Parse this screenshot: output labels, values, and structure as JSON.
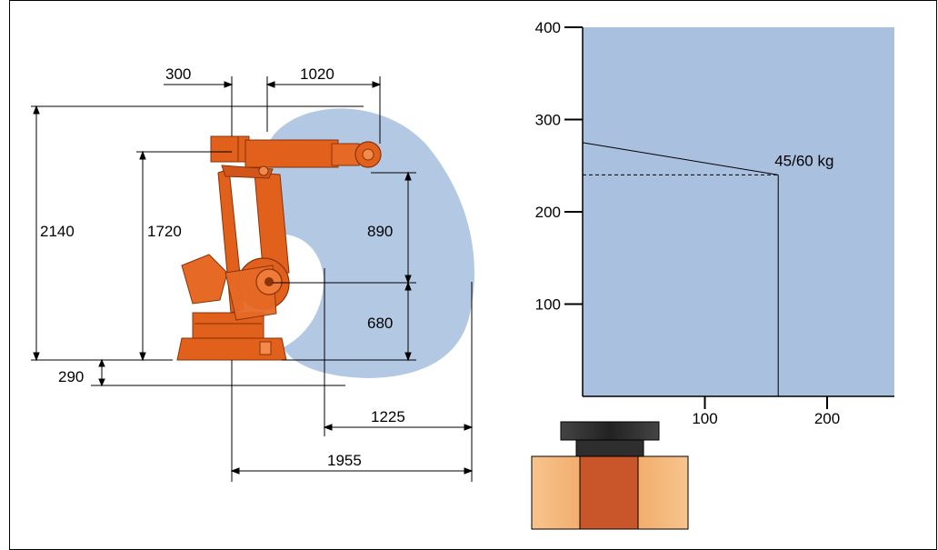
{
  "robot_diagram": {
    "dimensions": {
      "offset_300": "300",
      "arm_1020": "1020",
      "height_2140": "2140",
      "height_1720": "1720",
      "height_890": "890",
      "height_680": "680",
      "base_290": "290",
      "reach_1225": "1225",
      "reach_1955": "1955"
    },
    "colors": {
      "robot": "#e0601c",
      "robot_dark": "#8a3208",
      "workspace": "#b3c8e3",
      "load_area": "#a9c0df"
    }
  },
  "chart_data": {
    "type": "area",
    "x_ticks": [
      "100",
      "200"
    ],
    "y_ticks": [
      "100",
      "200",
      "300",
      "400"
    ],
    "xlim": [
      0,
      255
    ],
    "ylim": [
      0,
      400
    ],
    "series": [
      {
        "x": [
          0,
          160
        ],
        "y": [
          275,
          240
        ]
      }
    ],
    "guides": {
      "horizontal_y": 240,
      "vertical_x": 160
    },
    "annotation": {
      "text": "45/60 kg",
      "x": 160,
      "y": 240
    }
  }
}
